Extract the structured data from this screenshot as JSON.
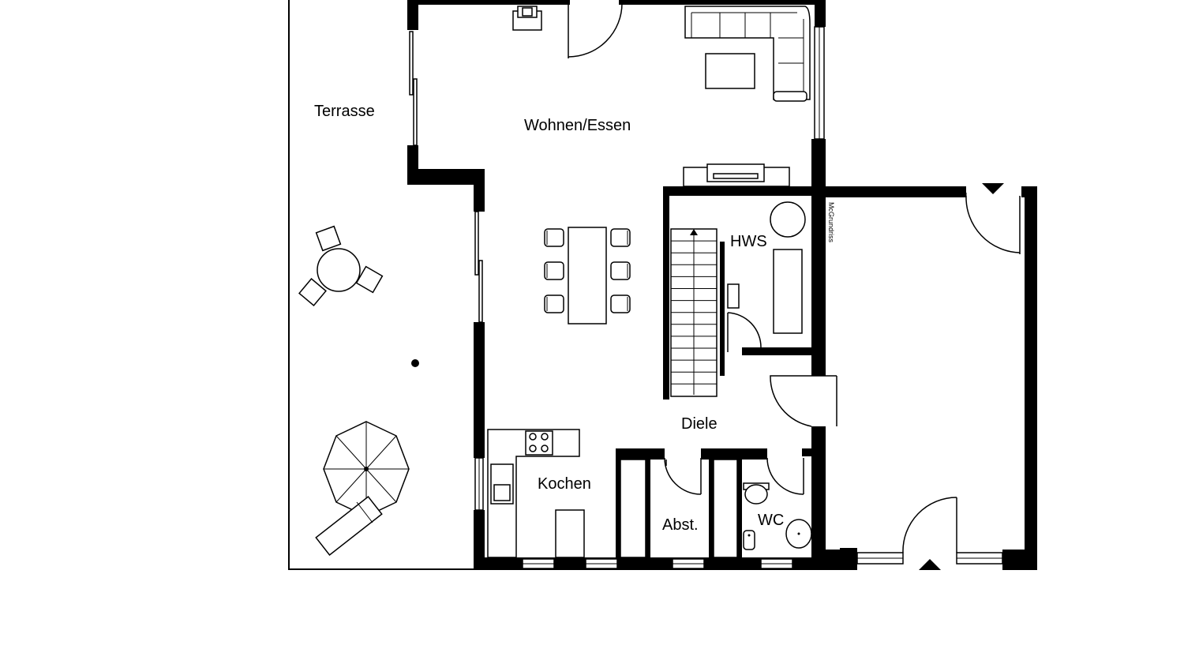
{
  "rooms": {
    "terrasse": "Terrasse",
    "wohnen": "Wohnen/Essen",
    "hws": "HWS",
    "diele": "Diele",
    "kochen": "Kochen",
    "abst": "Abst.",
    "wc": "WC"
  },
  "watermark": "McGrundriss",
  "colors": {
    "wall": "#000000",
    "background": "#ffffff"
  }
}
